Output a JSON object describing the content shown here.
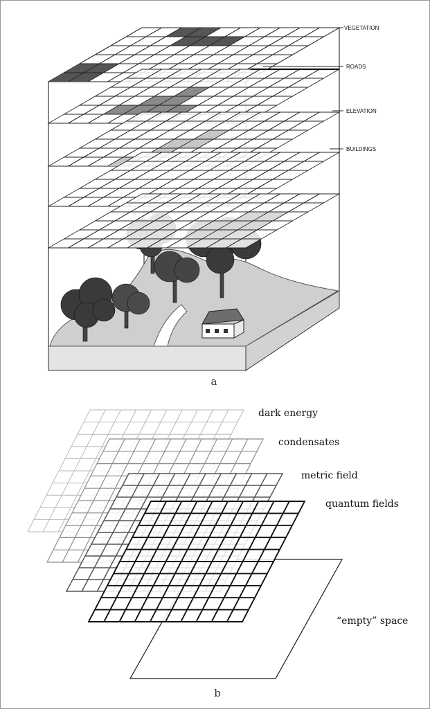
{
  "panel_a": {
    "caption": "a",
    "layer_labels": [
      {
        "text": "VEGETATION"
      },
      {
        "text": "ROADS"
      },
      {
        "text": "ELEVATION"
      },
      {
        "text": "BUILDINGS"
      }
    ]
  },
  "panel_b": {
    "caption": "b",
    "layer_labels": [
      {
        "text": "dark energy",
        "color": "#bdbdbd"
      },
      {
        "text": "condensates",
        "color": "#9a9a9a"
      },
      {
        "text": "metric field",
        "color": "#6e6e6e"
      },
      {
        "text": "quantum fields",
        "color": "#1a1a1a"
      },
      {
        "text": "“empty” space",
        "color": "#1a1a1a"
      }
    ]
  }
}
